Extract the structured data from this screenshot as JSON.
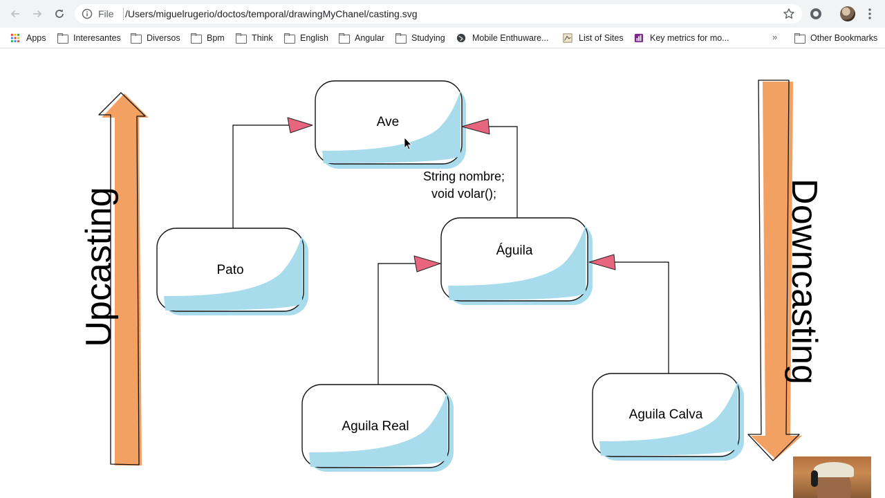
{
  "browser": {
    "omnibox": {
      "scheme_label": "File",
      "url": "/Users/miguelrugerio/doctos/temporal/drawingMyChanel/casting.svg"
    },
    "bookmarks": {
      "items": [
        {
          "label": "Apps",
          "icon": "apps-grid-icon"
        },
        {
          "label": "Interesantes",
          "icon": "folder-icon"
        },
        {
          "label": "Diversos",
          "icon": "folder-icon"
        },
        {
          "label": "Bpm",
          "icon": "folder-icon"
        },
        {
          "label": "Think",
          "icon": "folder-icon"
        },
        {
          "label": "English",
          "icon": "folder-icon"
        },
        {
          "label": "Angular",
          "icon": "folder-icon"
        },
        {
          "label": "Studying",
          "icon": "folder-icon"
        },
        {
          "label": "Mobile Enthuware...",
          "icon": "globe-icon"
        },
        {
          "label": "List of Sites",
          "icon": "site-favicon"
        },
        {
          "label": "Key metrics for mo...",
          "icon": "site-favicon"
        }
      ],
      "overflow": "»",
      "other": "Other Bookmarks"
    }
  },
  "diagram": {
    "nodes": {
      "ave": "Ave",
      "pato": "Pato",
      "aguila": "Águila",
      "aguila_real": "Aguila Real",
      "aguila_calva": "Aguila Calva"
    },
    "attributes": [
      "String nombre;",
      "void volar();"
    ],
    "upcasting": "Upcasting",
    "downcasting": "Downcasting"
  },
  "colors": {
    "box_shadow": "#a8dcec",
    "arrow_head": "#e8657f",
    "big_arrow": "#f3a063",
    "chrome_bg": "#f1f3f4"
  }
}
